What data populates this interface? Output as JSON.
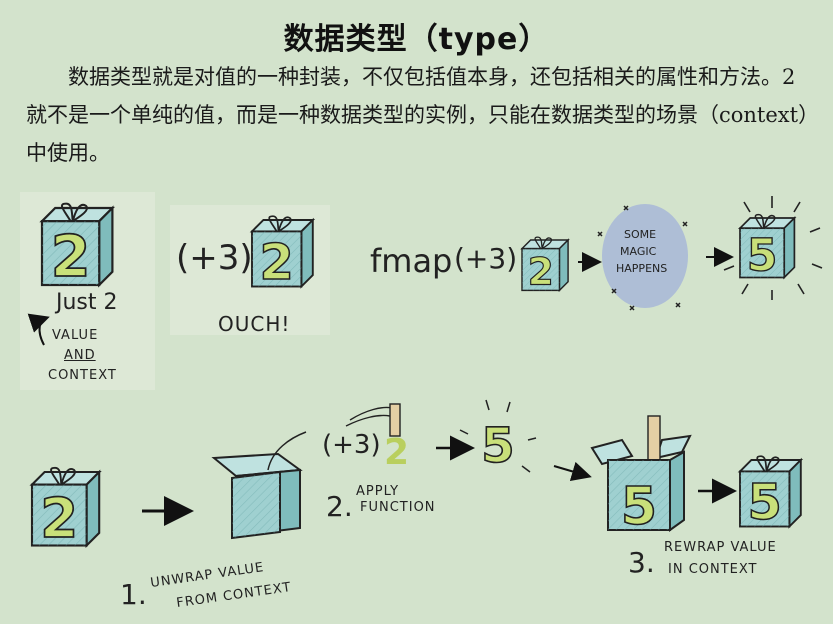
{
  "title": "数据类型（type）",
  "paragraph": "数据类型就是对值的一种封装，不仅包括值本身，还包括相关的属性和方法。2就不是一个单纯的值，而是一种数据类型的实例，只能在数据类型的场景（context）中使用。",
  "panel1": {
    "box_value": "2",
    "caption": "Just 2",
    "note_line1": "VALUE",
    "note_line2": "AND",
    "note_line3": "CONTEXT"
  },
  "panel2": {
    "expression": "(+3)",
    "box_value": "2",
    "caption": "OUCH!"
  },
  "panel3": {
    "fmap_label": "fmap",
    "expression": "(+3)",
    "box_value": "2",
    "cloud_line1": "SOME",
    "cloud_line2": "MAGIC",
    "cloud_line3": "HAPPENS",
    "result_value": "5"
  },
  "bottom": {
    "start_value": "2",
    "step1_number": "1.",
    "step1_line1": "UNWRAP VALUE",
    "step1_line2": "FROM CONTEXT",
    "apply_expression": "(+3)",
    "apply_value": "2",
    "step2_number": "2.",
    "step2_line1": "APPLY",
    "step2_line2": "FUNCTION",
    "result_value": "5",
    "rewrap_value": "5",
    "step3_number": "3.",
    "step3_line1": "REWRAP VALUE",
    "step3_line2": "IN CONTEXT",
    "final_value": "5"
  },
  "colors": {
    "background": "#d3e3cc",
    "box_face": "#9fd0d0",
    "box_side": "#7fbcbc",
    "number_fill": "#c9e07a",
    "cloud": "#aebed6"
  }
}
